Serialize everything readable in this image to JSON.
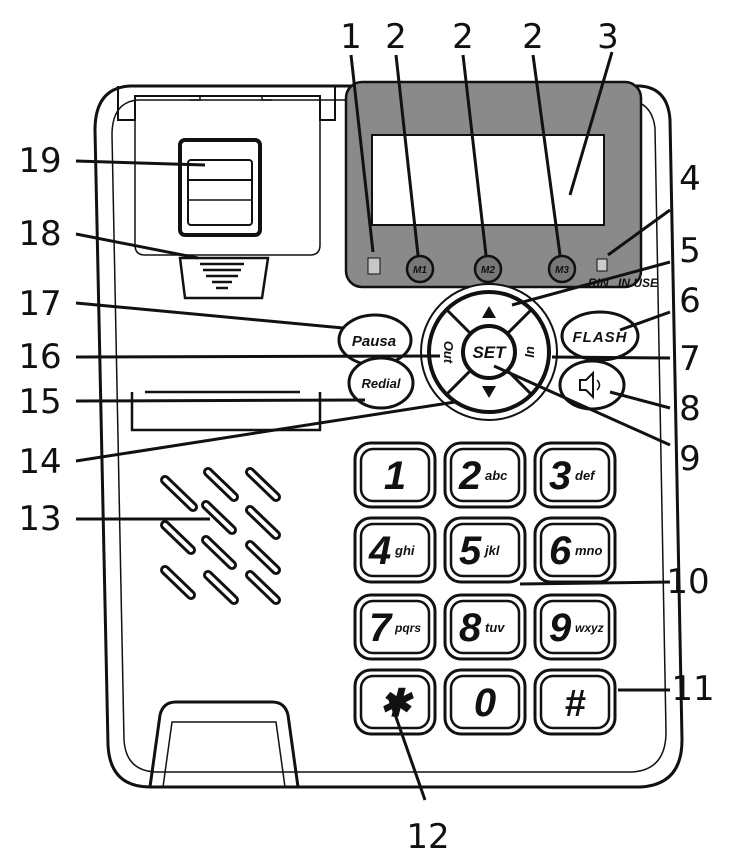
{
  "callouts": [
    {
      "id": "c1",
      "label": "1"
    },
    {
      "id": "c2a",
      "label": "2"
    },
    {
      "id": "c2b",
      "label": "2"
    },
    {
      "id": "c2c",
      "label": "2"
    },
    {
      "id": "c3",
      "label": "3"
    },
    {
      "id": "c4",
      "label": "4"
    },
    {
      "id": "c5",
      "label": "5"
    },
    {
      "id": "c6",
      "label": "6"
    },
    {
      "id": "c7",
      "label": "7"
    },
    {
      "id": "c8",
      "label": "8"
    },
    {
      "id": "c9",
      "label": "9"
    },
    {
      "id": "c10",
      "label": "10"
    },
    {
      "id": "c11",
      "label": "11"
    },
    {
      "id": "c12",
      "label": "12"
    },
    {
      "id": "c13",
      "label": "13"
    },
    {
      "id": "c14",
      "label": "14"
    },
    {
      "id": "c15",
      "label": "15"
    },
    {
      "id": "c16",
      "label": "16"
    },
    {
      "id": "c17",
      "label": "17"
    },
    {
      "id": "c18",
      "label": "18"
    },
    {
      "id": "c19",
      "label": "19"
    }
  ],
  "memory_keys": [
    "M1",
    "M2",
    "M3"
  ],
  "status_leds": {
    "rin": "RIN",
    "in_use": "IN USE"
  },
  "buttons": {
    "pause": "Pausa",
    "redial": "Redial",
    "flash": "FLASH",
    "set": "SET",
    "out": "Out",
    "in": "In"
  },
  "keypad": [
    {
      "digit": "1",
      "letters": ""
    },
    {
      "digit": "2",
      "letters": "abc"
    },
    {
      "digit": "3",
      "letters": "def"
    },
    {
      "digit": "4",
      "letters": "ghi"
    },
    {
      "digit": "5",
      "letters": "jkl"
    },
    {
      "digit": "6",
      "letters": "mno"
    },
    {
      "digit": "7",
      "letters": "pqrs"
    },
    {
      "digit": "8",
      "letters": "tuv"
    },
    {
      "digit": "9",
      "letters": "wxyz"
    },
    {
      "digit": "✱",
      "letters": ""
    },
    {
      "digit": "0",
      "letters": ""
    },
    {
      "digit": "#",
      "letters": ""
    }
  ]
}
